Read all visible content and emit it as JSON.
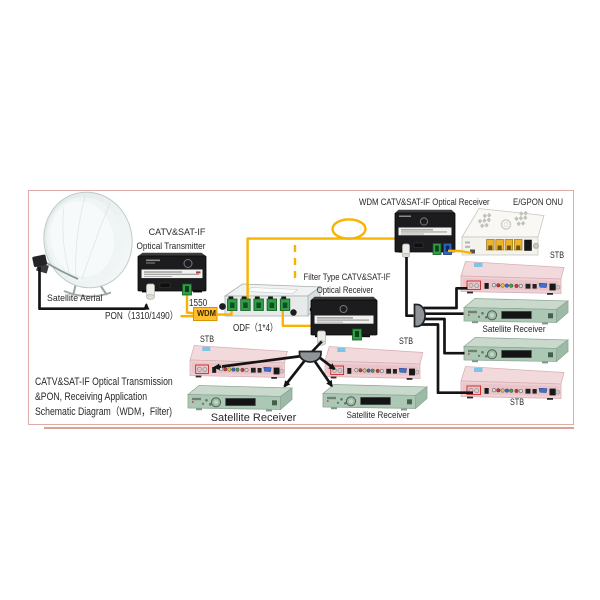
{
  "title": {
    "line1": "CATV&SAT-IF Optical Transmission",
    "line2": "&PON, Receiving Application",
    "line3": "Schematic Diagram（WDM，Filter)"
  },
  "labels": {
    "satellite_aerial": "Satellite Aerial",
    "optical_transmitter_line1": "CATV&SAT-IF",
    "optical_transmitter_line2": "Optical Transmitter",
    "wavelength": "1550",
    "wdm": "WDM",
    "pon": "PON（1310/1490）",
    "odf": "ODF（1*4）",
    "filter_receiver_line1": "Filter Type CATV&SAT-IF",
    "filter_receiver_line2": "Optical Receiver",
    "wdm_receiver": "WDM CATV&SAT-IF Optical Receiver",
    "onu": "E/GPON ONU",
    "stb": "STB",
    "satellite_receiver": "Satellite Receiver"
  },
  "colors": {
    "fiber": "#F6B300",
    "cable": "#141414",
    "wdm_fill": "#FFBF2E",
    "wdm_border": "#D89400",
    "frame_border": "#DFACA7",
    "underline": "#D4887C",
    "text": "#282828",
    "connector_green": "#2F9E47",
    "connector_blue": "#2B66C8",
    "stb_pink": "#F2D9DB",
    "stb_pink_panel": "#EFD0D4",
    "receiver_green_top": "#C9DACD",
    "receiver_green_front": "#ADC7B5",
    "onu_white": "#F9F8F5",
    "box_black": "#1C1C1E",
    "splitter_gray": "#8F9499"
  }
}
